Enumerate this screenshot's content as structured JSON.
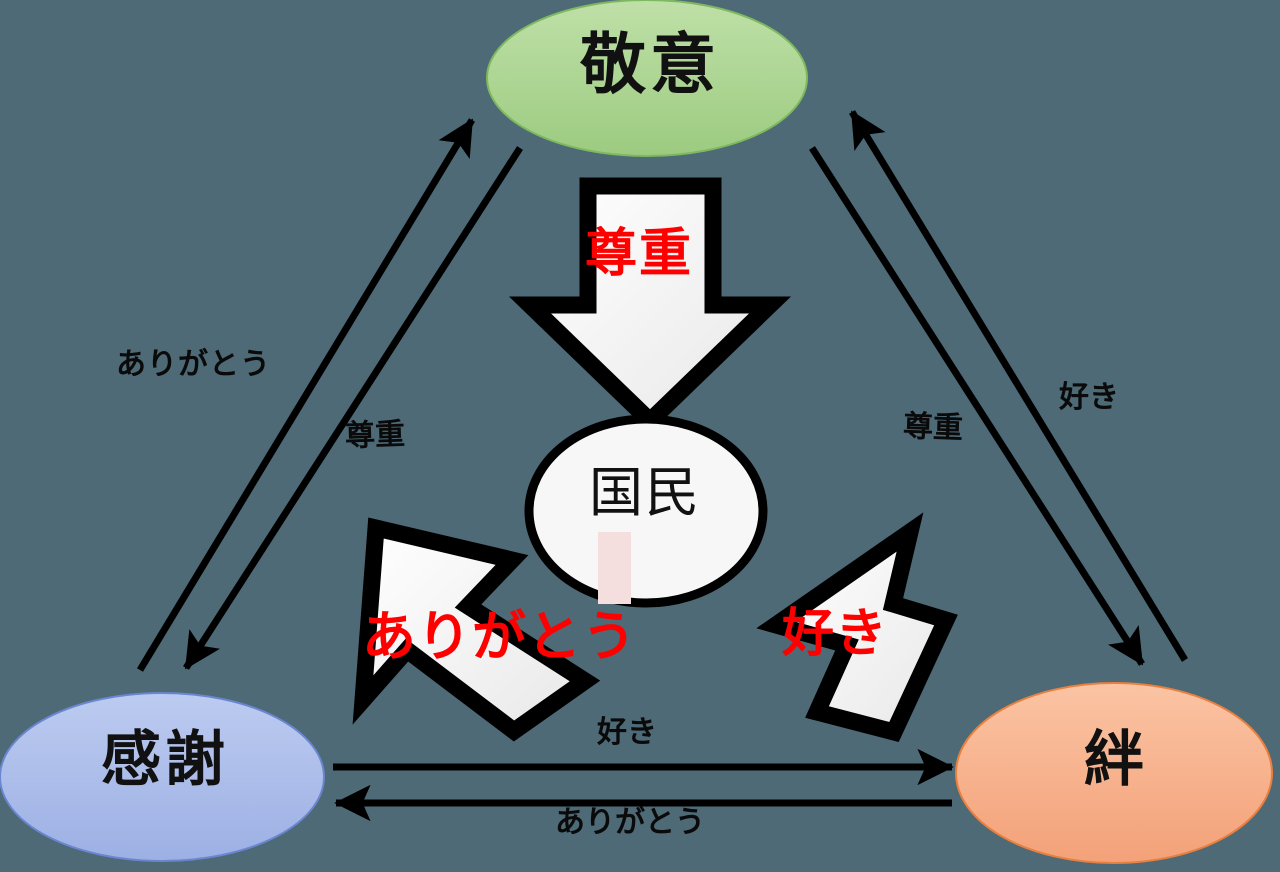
{
  "diagram": {
    "title_nodes": {
      "top": "敬意",
      "bottom_left": "感謝",
      "bottom_right": "絆",
      "center": "国民"
    },
    "colors": {
      "background": "#4d6a76",
      "top_node_fill": "#a9d08e",
      "top_node_stroke": "#70ad47",
      "bottom_left_node_fill": "#a8bdea",
      "bottom_left_node_stroke": "#4a7ebb",
      "bottom_right_node_fill": "#f7b08a",
      "bottom_right_node_stroke": "#ed7d31",
      "center_node_fill": "#f7f7f7",
      "center_node_stroke": "#000000",
      "block_arrow_fill": "#ededed",
      "block_arrow_stroke": "#000000",
      "arrow_label_text": "#ff0000",
      "edge_label_text": "#0a0a0a",
      "pink_strip": "#f4dede"
    },
    "block_arrows": [
      {
        "name": "down-arrow-keii-to-kokumin",
        "label": "尊重",
        "direction": "down"
      },
      {
        "name": "up-left-arrow-kokumin-to-kansha",
        "label": "ありがとう",
        "direction": "up-left"
      },
      {
        "name": "up-right-arrow-kokumin-to-kizuna",
        "label": "好き",
        "direction": "up-right"
      }
    ],
    "edge_labels": [
      {
        "name": "edge-label-arigatou-left",
        "text": "ありがとう"
      },
      {
        "name": "edge-label-sonchou-left",
        "text": "尊重"
      },
      {
        "name": "edge-label-sonchou-right",
        "text": "尊重"
      },
      {
        "name": "edge-label-suki-right",
        "text": "好き"
      },
      {
        "name": "edge-label-suki-bottom",
        "text": "好き"
      },
      {
        "name": "edge-label-arigatou-bottom",
        "text": "ありがとう"
      }
    ],
    "line_arrows": [
      {
        "name": "line-kansha-to-keii",
        "from": "感謝",
        "to": "敬意",
        "label": "ありがとう"
      },
      {
        "name": "line-keii-to-kansha",
        "from": "敬意",
        "to": "感謝",
        "label": "尊重"
      },
      {
        "name": "line-kizuna-to-keii",
        "from": "絆",
        "to": "敬意",
        "label": "好き"
      },
      {
        "name": "line-keii-to-kizuna",
        "from": "敬意",
        "to": "絆",
        "label": "尊重"
      },
      {
        "name": "line-kansha-to-kizuna",
        "from": "感謝",
        "to": "絆",
        "label": "好き"
      },
      {
        "name": "line-kizuna-to-kansha",
        "from": "絆",
        "to": "感謝",
        "label": "ありがとう"
      }
    ]
  }
}
